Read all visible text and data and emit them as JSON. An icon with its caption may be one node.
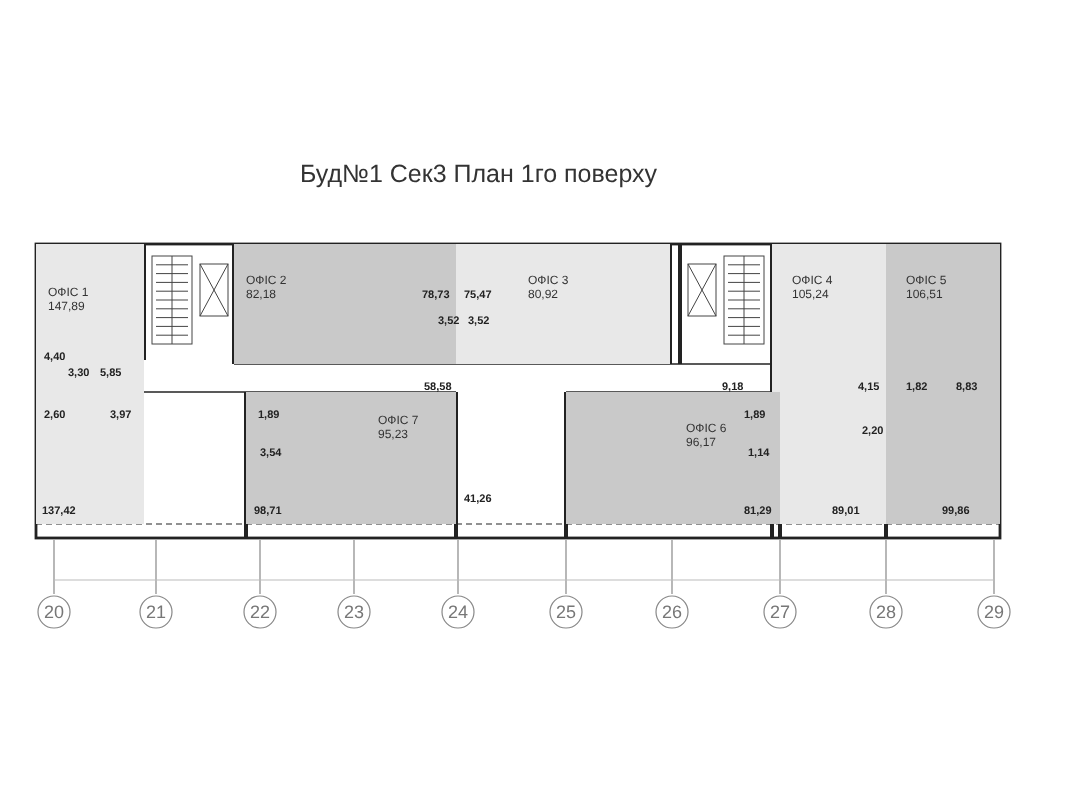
{
  "diagram": {
    "title": "Буд№1 Сек3  План 1го поверху",
    "nodes": [
      {
        "text": [
          "ОФІС 1",
          "147,89"
        ]
      },
      {
        "text": [
          "ОФІС 2",
          "82,18"
        ]
      },
      {
        "text": [
          "ОФІС 3",
          "80,92"
        ]
      },
      {
        "text": [
          "ОФІС 4",
          "105,24"
        ]
      },
      {
        "text": [
          "ОФІС 5",
          "106,51"
        ]
      },
      {
        "text": [
          "ОФІС 7",
          "95,23"
        ]
      },
      {
        "text": [
          "ОФІС 6",
          "96,17"
        ]
      }
    ],
    "labels": [
      "78,73",
      "75,47",
      "3,52",
      "3,52",
      "4,40",
      "3,30",
      "5,85",
      "58,58",
      "9,18",
      "4,15",
      "1,82",
      "8,83",
      "2,60",
      "3,97",
      "1,89",
      "1,89",
      "2,20",
      "3,54",
      "1,14",
      "41,26",
      "137,42",
      "98,71",
      "81,29",
      "89,01",
      "99,86",
      "20",
      "21",
      "22",
      "23",
      "24",
      "25",
      "26",
      "27",
      "28",
      "29"
    ]
  }
}
